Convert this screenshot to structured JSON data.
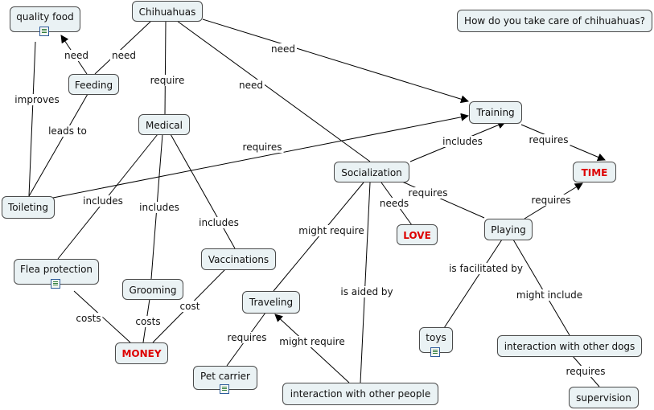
{
  "question": "How do you take care of chihuahuas?",
  "nodes": {
    "chihuahuas": "Chihuahuas",
    "quality_food": "quality food",
    "feeding": "Feeding",
    "medical": "Medical",
    "toileting": "Toileting",
    "flea_protection": "Flea protection",
    "grooming": "Grooming",
    "vaccinations": "Vaccinations",
    "money": "MONEY",
    "training": "Training",
    "time": "TIME",
    "socialization": "Socialization",
    "love": "LOVE",
    "playing": "Playing",
    "traveling": "Traveling",
    "pet_carrier": "Pet carrier",
    "interaction_people": "interaction with other people",
    "toys": "toys",
    "interaction_dogs": "interaction with other dogs",
    "supervision": "supervision"
  },
  "edge_labels": {
    "need_feeding": "need",
    "need_quality_food": "need",
    "improves": "improves",
    "leads_to": "leads to",
    "require": "require",
    "need_socialization": "need",
    "need_training": "need",
    "requires_training": "requires",
    "includes_flea": "includes",
    "includes_grooming": "includes",
    "includes_vaccinations": "includes",
    "costs_flea": "costs",
    "costs_grooming": "costs",
    "cost_vaccinations": "cost",
    "includes_training": "includes",
    "requires_time_training": "requires",
    "requires_playing": "requires",
    "needs_love": "needs",
    "requires_time_playing": "requires",
    "might_require_traveling": "might require",
    "is_aided_by": "is aided by",
    "requires_pet_carrier": "requires",
    "might_require_people": "might require",
    "is_facilitated_by": "is facilitated by",
    "might_include": "might include",
    "requires_supervision": "requires"
  }
}
